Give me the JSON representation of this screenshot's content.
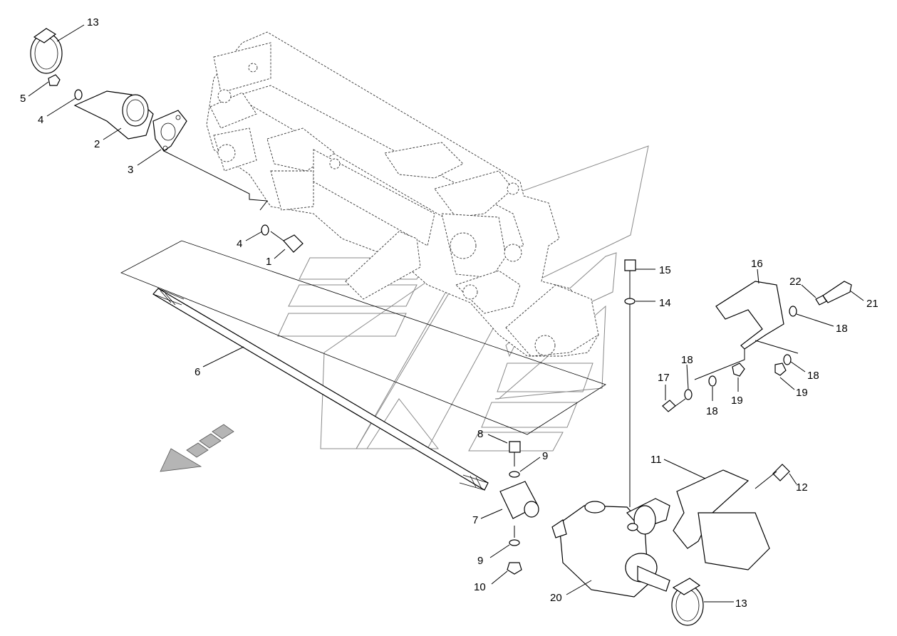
{
  "callouts": [
    {
      "id": "c13a",
      "label": "13"
    },
    {
      "id": "c5",
      "label": "5"
    },
    {
      "id": "c4a",
      "label": "4"
    },
    {
      "id": "c2",
      "label": "2"
    },
    {
      "id": "c3",
      "label": "3"
    },
    {
      "id": "c4b",
      "label": "4"
    },
    {
      "id": "c1",
      "label": "1"
    },
    {
      "id": "c6",
      "label": "6"
    },
    {
      "id": "c8",
      "label": "8"
    },
    {
      "id": "c9a",
      "label": "9"
    },
    {
      "id": "c7",
      "label": "7"
    },
    {
      "id": "c9b",
      "label": "9"
    },
    {
      "id": "c10",
      "label": "10"
    },
    {
      "id": "c20",
      "label": "20"
    },
    {
      "id": "c13b",
      "label": "13"
    },
    {
      "id": "c11",
      "label": "11"
    },
    {
      "id": "c12",
      "label": "12"
    },
    {
      "id": "c15",
      "label": "15"
    },
    {
      "id": "c14",
      "label": "14"
    },
    {
      "id": "c16",
      "label": "16"
    },
    {
      "id": "c22",
      "label": "22"
    },
    {
      "id": "c21",
      "label": "21"
    },
    {
      "id": "c18a",
      "label": "18"
    },
    {
      "id": "c17",
      "label": "17"
    },
    {
      "id": "c18b",
      "label": "18"
    },
    {
      "id": "c18c",
      "label": "18"
    },
    {
      "id": "c19a",
      "label": "19"
    },
    {
      "id": "c19b",
      "label": "19"
    },
    {
      "id": "c18d",
      "label": "18"
    }
  ]
}
